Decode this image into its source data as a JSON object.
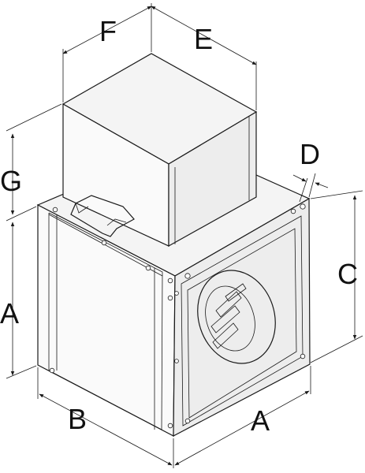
{
  "dimension_labels": {
    "f": "F",
    "e": "E",
    "g": "G",
    "d": "D",
    "a_left": "A",
    "c": "C",
    "b": "B",
    "a_bottom": "A"
  }
}
